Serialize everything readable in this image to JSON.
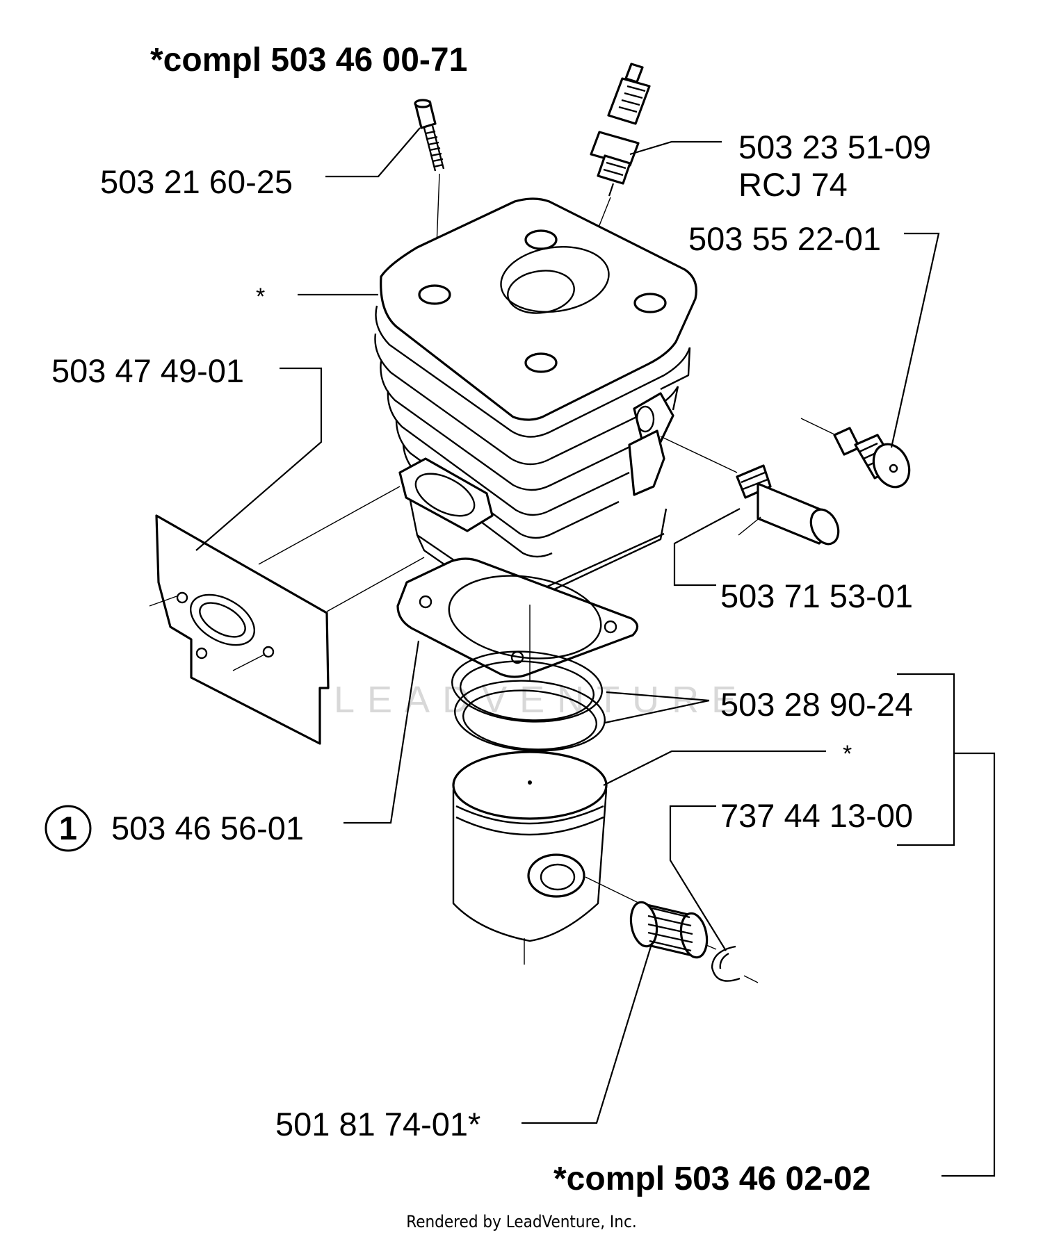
{
  "diagram": {
    "kit_top_label": "*compl 503 46 00-71",
    "kit_bottom_label": "*compl 503 46 02-02",
    "parts": {
      "screw": "503 21 60-25",
      "spark_plug_number": "503 23 51-09",
      "spark_plug_type": "RCJ 74",
      "decompression_valve": "503 55 22-01",
      "cylinder_marker": "*",
      "intake_gasket": "503 47 49-01",
      "valve_fitting": "503 71 53-01",
      "piston_rings": "503 28 90-24",
      "piston_marker": "*",
      "retaining_ring": "737 44 13-00",
      "base_gasket_callout": "1",
      "base_gasket": "503 46 56-01",
      "needle_bearing": "501 81 74-01*"
    },
    "watermark": "LEADVENTURE",
    "footer": "Rendered by LeadVenture, Inc."
  }
}
